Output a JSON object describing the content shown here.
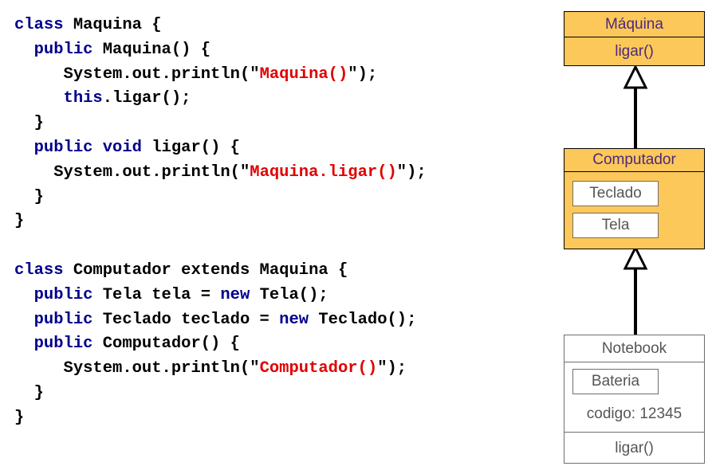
{
  "code_lines": [
    {
      "indent": "",
      "parts": [
        {
          "t": "class",
          "c": "kw"
        },
        {
          "t": " Maquina {"
        }
      ]
    },
    {
      "indent": "  ",
      "parts": [
        {
          "t": "public",
          "c": "kw"
        },
        {
          "t": " Maquina() {"
        }
      ]
    },
    {
      "indent": "     ",
      "parts": [
        {
          "t": "System.out.println(\""
        },
        {
          "t": "Maquina()",
          "c": "str"
        },
        {
          "t": "\");"
        }
      ]
    },
    {
      "indent": "     ",
      "parts": [
        {
          "t": "this",
          "c": "kw"
        },
        {
          "t": ".ligar();"
        }
      ]
    },
    {
      "indent": "  ",
      "parts": [
        {
          "t": "}"
        }
      ]
    },
    {
      "indent": "  ",
      "parts": [
        {
          "t": "public",
          "c": "kw"
        },
        {
          "t": " "
        },
        {
          "t": "void",
          "c": "kw"
        },
        {
          "t": " ligar() {"
        }
      ]
    },
    {
      "indent": "    ",
      "parts": [
        {
          "t": "System.out.println(\""
        },
        {
          "t": "Maquina.ligar()",
          "c": "str"
        },
        {
          "t": "\");"
        }
      ]
    },
    {
      "indent": "  ",
      "parts": [
        {
          "t": "}"
        }
      ]
    },
    {
      "indent": "",
      "parts": [
        {
          "t": "}"
        }
      ]
    },
    {
      "indent": "",
      "parts": []
    },
    {
      "indent": "",
      "parts": [
        {
          "t": "class",
          "c": "kw"
        },
        {
          "t": " Computador extends Maquina {"
        }
      ]
    },
    {
      "indent": "  ",
      "parts": [
        {
          "t": "public",
          "c": "kw"
        },
        {
          "t": " Tela tela = "
        },
        {
          "t": "new",
          "c": "kw"
        },
        {
          "t": " Tela();"
        }
      ]
    },
    {
      "indent": "  ",
      "parts": [
        {
          "t": "public",
          "c": "kw"
        },
        {
          "t": " Teclado teclado = "
        },
        {
          "t": "new",
          "c": "kw"
        },
        {
          "t": " Teclado();"
        }
      ]
    },
    {
      "indent": "  ",
      "parts": [
        {
          "t": "public",
          "c": "kw"
        },
        {
          "t": " Computador() {"
        }
      ]
    },
    {
      "indent": "     ",
      "parts": [
        {
          "t": "System.out.println(\""
        },
        {
          "t": "Computador()",
          "c": "str"
        },
        {
          "t": "\");"
        }
      ]
    },
    {
      "indent": "  ",
      "parts": [
        {
          "t": "}"
        }
      ]
    },
    {
      "indent": "",
      "parts": [
        {
          "t": "}"
        }
      ]
    }
  ],
  "diagram": {
    "maquina": {
      "title": "Máquina",
      "method": "ligar()"
    },
    "computador": {
      "title": "Computador",
      "fields": [
        "Teclado",
        "Tela"
      ]
    },
    "notebook": {
      "title": "Notebook",
      "field": "Bateria",
      "attr": "codigo: 12345",
      "method": "ligar()"
    }
  },
  "colors": {
    "keyword": "#00008b",
    "string": "#e00000",
    "class_fill": "#fcc85a",
    "title_purple": "#4b2a7a"
  }
}
